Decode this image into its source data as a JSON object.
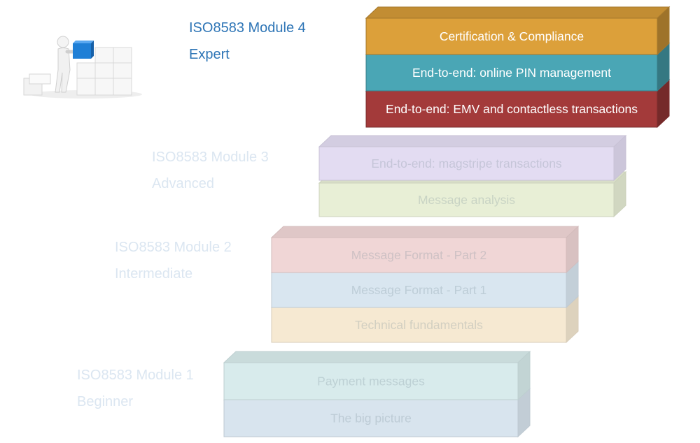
{
  "modules": [
    {
      "id": "module-4",
      "title": "ISO8583 Module 4",
      "level": "Expert",
      "active": true,
      "title_color": "#2e75b6",
      "boxes": [
        {
          "label": "Certification & Compliance",
          "color": "#dca03a"
        },
        {
          "label": "End-to-end: online PIN management",
          "color": "#4aa6b5"
        },
        {
          "label": "End-to-end: EMV and contactless transactions",
          "color": "#a33a3a"
        }
      ]
    },
    {
      "id": "module-3",
      "title": "ISO8583 Module 3",
      "level": "Advanced",
      "active": false,
      "title_color": "#dbe6f1",
      "boxes": [
        {
          "label": "End-to-end: magstripe transactions",
          "color": "#e3dcf2"
        },
        {
          "label": "Message analysis",
          "color": "#e8efd6"
        }
      ]
    },
    {
      "id": "module-2",
      "title": "ISO8583 Module 2",
      "level": "Intermediate",
      "active": false,
      "title_color": "#dbe6f1",
      "boxes": [
        {
          "label": "Message Format - Part 2",
          "color": "#f0d6d6"
        },
        {
          "label": "Message Format - Part 1",
          "color": "#d9e6f0"
        },
        {
          "label": "Technical fundamentals",
          "color": "#f6e9d2"
        }
      ]
    },
    {
      "id": "module-1",
      "title": "ISO8583 Module 1",
      "level": "Beginner",
      "active": false,
      "title_color": "#dbe6f1",
      "boxes": [
        {
          "label": "Payment messages",
          "color": "#d8ebec"
        },
        {
          "label": "The big picture",
          "color": "#d8e4ee"
        }
      ]
    }
  ],
  "illustration": {
    "icon": "person-stacking-blocks-icon",
    "accent": "#1f7fd6"
  }
}
